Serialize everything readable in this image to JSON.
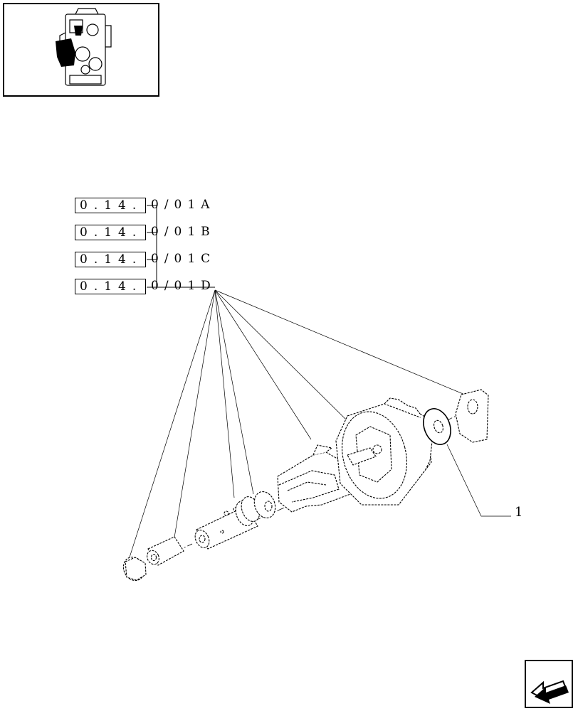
{
  "references": [
    {
      "code": "0.14.",
      "suffix": "0/01A"
    },
    {
      "code": "0.14.",
      "suffix": "0/01B"
    },
    {
      "code": "0.14.",
      "suffix": "0/01C"
    },
    {
      "code": "0.14.",
      "suffix": "0/01D"
    }
  ],
  "callout_label": "1",
  "nav": {
    "icon": "return-arrow-icon"
  },
  "thumbnail": {
    "icon": "engine-thumbnail-icon"
  }
}
